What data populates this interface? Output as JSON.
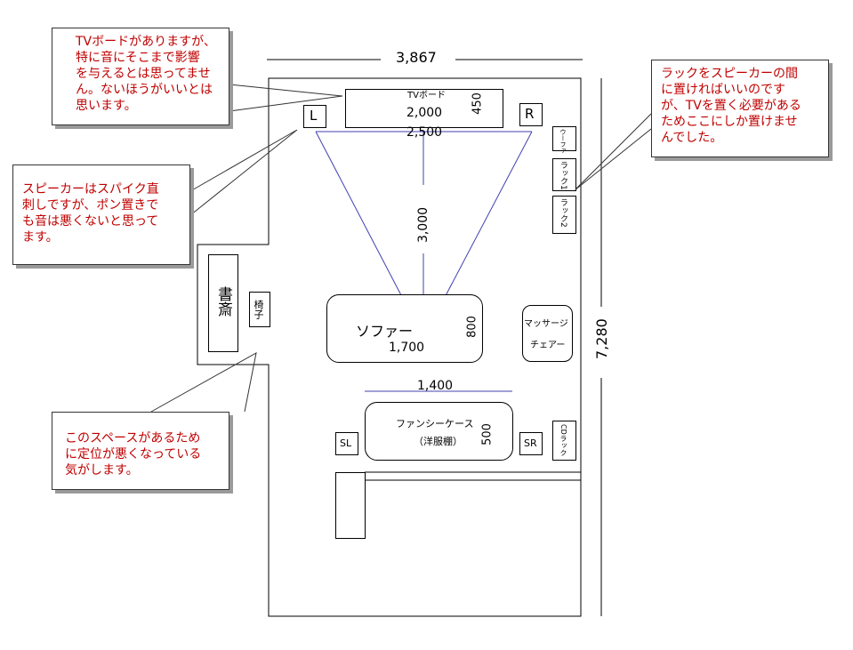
{
  "dimensions": {
    "room_width": "3,867",
    "room_depth": "7,280",
    "tv_board_width": "2,000",
    "speaker_spacing": "2,500",
    "tv_board_depth": "450",
    "listening_distance": "3,000",
    "sofa_width": "1,700",
    "sofa_depth": "800",
    "fancy_case_width": "1,400",
    "fancy_case_depth": "500"
  },
  "labels": {
    "tv_board": "TVボード",
    "speaker_left": "L",
    "speaker_right": "R",
    "speaker_sl": "SL",
    "speaker_sr": "SR",
    "woofer": "ウーファ",
    "rack1": "ラック1",
    "rack2": "ラック2",
    "cd_rack": "CDラック",
    "study": "書斎",
    "chair": "椅子",
    "sofa": "ソファー",
    "massage_chair_1": "マッサージ",
    "massage_chair_2": "チェアー",
    "fancy_case_1": "ファンシーケース",
    "fancy_case_2": "（洋服棚）"
  },
  "callouts": {
    "tv": [
      "TVボードがありますが、",
      "特に音にそこまで影響",
      "を与えるとは思ってませ",
      "ん。ないほうがいいとは",
      "思います。"
    ],
    "speaker": [
      "スピーカーはスパイク直",
      "刺しですが、ポン置きで",
      "も音は悪くないと思って",
      "ます。"
    ],
    "rack": [
      "ラックをスピーカーの間",
      "に置ければいいのです",
      "が、TVを置く必要がある",
      "ためここにしか置けませ",
      "んでした。"
    ],
    "space": [
      "このスペースがあるため",
      "に定位が悪くなっている",
      "気がします。"
    ]
  },
  "colors": {
    "annotation_text": "#c00000",
    "triangle_line": "#4040b0",
    "wall": "#000000",
    "callout_shadow": "#9a9a9a"
  }
}
